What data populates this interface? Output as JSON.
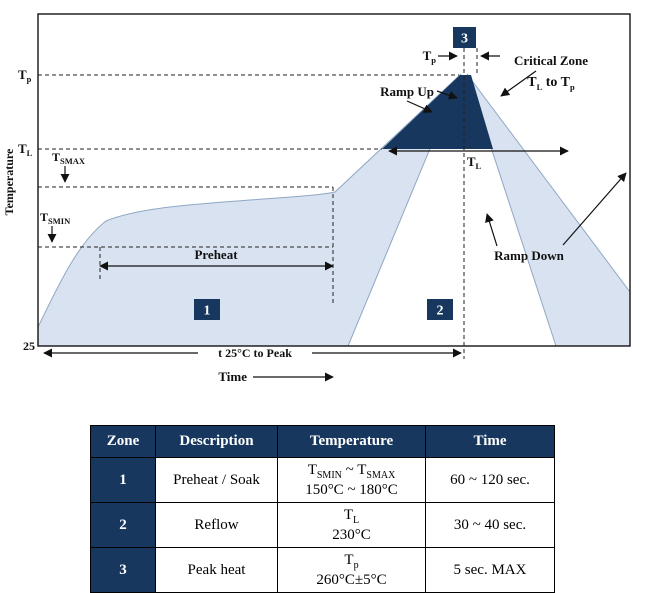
{
  "colors": {
    "navy": "#17375E",
    "band": "#D9E2F0",
    "band_edge": "#8FA7C4"
  },
  "chart": {
    "axis": {
      "y_label": "Temperature",
      "x_label": "Time",
      "origin": "25"
    },
    "ticks": {
      "tp": {
        "t": "T",
        "s": "p"
      },
      "tl": {
        "t": "T",
        "s": "L"
      }
    },
    "tsmax": {
      "t": "T",
      "s": "SMAX"
    },
    "tsmin": {
      "t": "T",
      "s": "SMIN"
    },
    "labels": {
      "preheat": "Preheat",
      "ramp_up": "Ramp Up",
      "ramp_down": "Ramp Down",
      "t25": "t 25°C to Peak",
      "critical_line1": "Critical Zone"
    },
    "critical": {
      "t1": "T",
      "s1": "L",
      "t2": " to T",
      "s2": "p"
    },
    "markers": {
      "tp": {
        "t": "T",
        "s": "p"
      },
      "tl": {
        "t": "T",
        "s": "L"
      }
    },
    "badges": [
      "1",
      "2",
      "3"
    ]
  },
  "table": {
    "headers": [
      "Zone",
      "Description",
      "Temperature",
      "Time"
    ],
    "rows": [
      {
        "zone": "1",
        "description": "Preheat / Soak",
        "t1": "T",
        "s1": "SMIN",
        "t2": " ~ T",
        "s2": "SMAX",
        "temp2": "150°C ~ 180°C",
        "time": "60 ~ 120 sec."
      },
      {
        "zone": "2",
        "description": "Reflow",
        "t1": "T",
        "s1": "L",
        "t2": "",
        "s2": "",
        "temp2": "230°C",
        "time": "30 ~ 40 sec."
      },
      {
        "zone": "3",
        "description": "Peak heat",
        "t1": "T",
        "s1": "p",
        "t2": "",
        "s2": "",
        "temp2": "260°C±5°C",
        "time": "5 sec. MAX"
      }
    ]
  }
}
